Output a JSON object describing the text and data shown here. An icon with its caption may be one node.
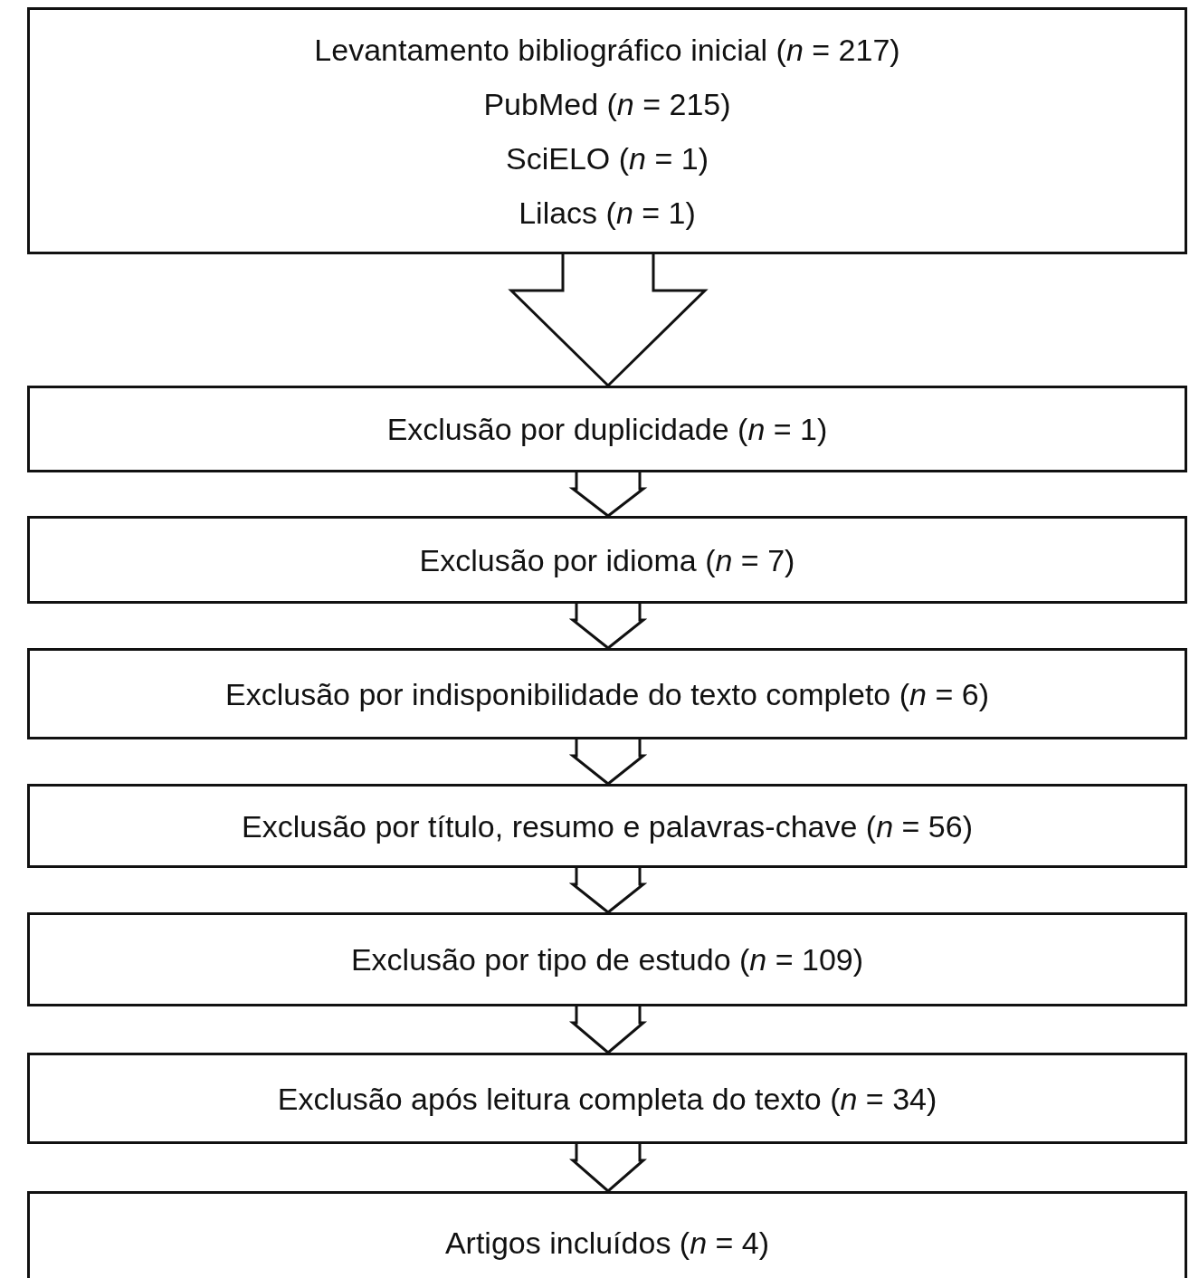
{
  "diagram": {
    "nodes": [
      {
        "text": [
          "Levantamento bibliográfico inicial (*n* = 217)",
          "PubMed (*n* = 215)",
          "SciELO (*n* = 1)",
          "Lilacs (*n* = 1)"
        ]
      },
      {
        "text": [
          "Exclusão por duplicidade (*n* = 1)"
        ]
      },
      {
        "text": [
          "Exclusão por idioma (*n* = 7)"
        ]
      },
      {
        "text": [
          "Exclusão por indisponibilidade do texto completo (*n* = 6)"
        ]
      },
      {
        "text": [
          "Exclusão por título, resumo e palavras-chave (*n* = 56)"
        ]
      },
      {
        "text": [
          "Exclusão por tipo de estudo (*n* = 109)"
        ]
      },
      {
        "text": [
          "Exclusão após leitura completa do texto (*n* = 34)"
        ]
      },
      {
        "text": [
          "Artigos incluídos (*n* = 4)"
        ]
      }
    ],
    "edges": [
      {
        "from": 0,
        "to": 1,
        "arrow": "to"
      },
      {
        "from": 1,
        "to": 2,
        "arrow": "to"
      },
      {
        "from": 2,
        "to": 3,
        "arrow": "to"
      },
      {
        "from": 3,
        "to": 4,
        "arrow": "to"
      },
      {
        "from": 4,
        "to": 5,
        "arrow": "to"
      },
      {
        "from": 5,
        "to": 6,
        "arrow": "to"
      },
      {
        "from": 6,
        "to": 7,
        "arrow": "to"
      }
    ]
  }
}
